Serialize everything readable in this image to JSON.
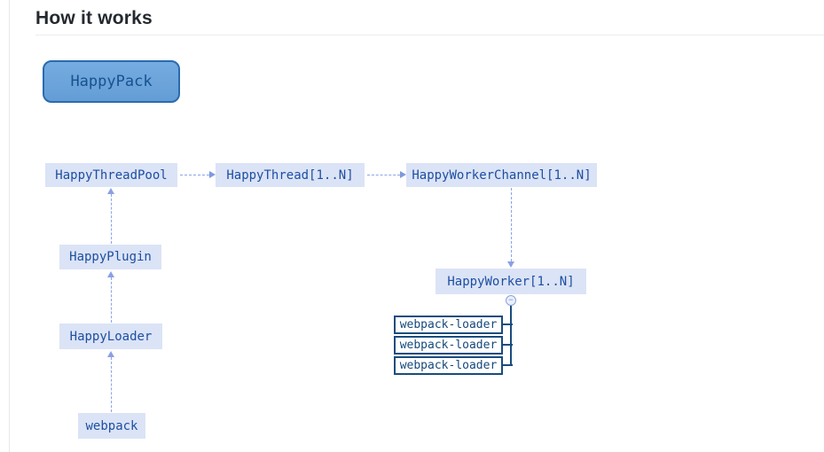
{
  "header": {
    "title": "How it works"
  },
  "diagram": {
    "root": {
      "label": "HappyPack"
    },
    "nodes": {
      "thread_pool": {
        "label": "HappyThreadPool"
      },
      "thread": {
        "label": "HappyThread[1..N]"
      },
      "worker_channel": {
        "label": "HappyWorkerChannel[1..N]"
      },
      "plugin": {
        "label": "HappyPlugin"
      },
      "loader": {
        "label": "HappyLoader"
      },
      "webpack": {
        "label": "webpack"
      },
      "worker": {
        "label": "HappyWorker[1..N]"
      }
    },
    "collapse_control": {
      "glyph": "−"
    },
    "loaders": [
      {
        "label": "webpack-loader"
      },
      {
        "label": "webpack-loader"
      },
      {
        "label": "webpack-loader"
      }
    ],
    "colors": {
      "root_bg": "#6ca6dc",
      "root_border": "#2a6bae",
      "root_text": "#17528f",
      "node_bg": "#dbe3f6",
      "node_text": "#1d4fa1",
      "dashed_connector": "#8aa4e4",
      "solid_connector": "#1a4c7e",
      "loader_text": "#15497c",
      "heading_text": "#24292f"
    }
  }
}
